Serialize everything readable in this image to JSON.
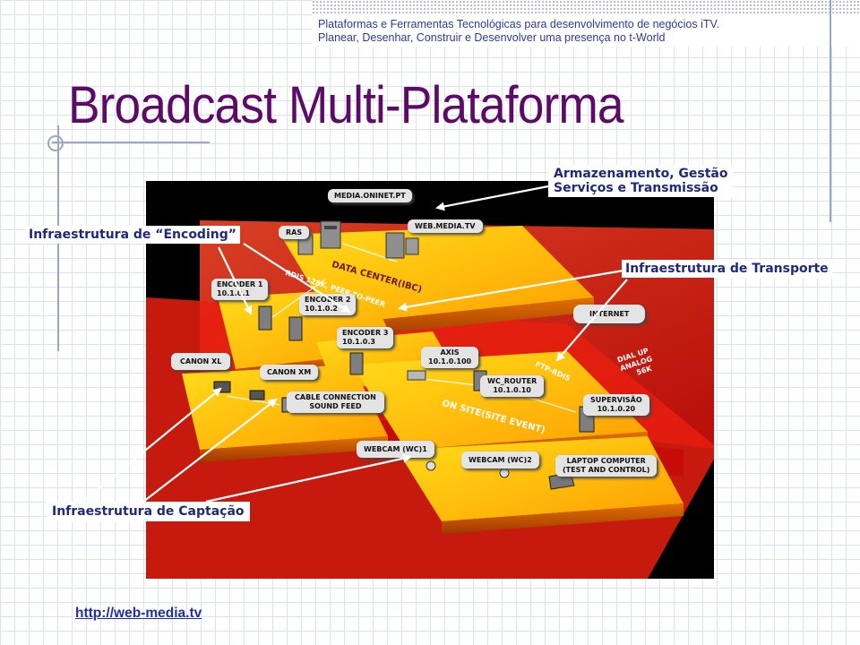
{
  "header": {
    "line1": "Plataformas e Ferramentas Tecnológicas para desenvolvimento de negócios iTV.",
    "line2": "Planear, Desenhar, Construir e Desenvolver uma presença no t-World"
  },
  "title": "Broadcast Multi-Plataforma",
  "callouts": {
    "storage_line1": "Armazenamento, Gestão",
    "storage_line2": "Serviços e Transmissão",
    "encoding": "Infraestrutura de “Encoding”",
    "transport": "Infraestrutura de Transporte",
    "capture": "Infraestrutura de Captação"
  },
  "diagram_labels": {
    "media_oninet": "MEDIA.ONINET.PT",
    "ras": "RAS",
    "web_media": "WEB.MEDIA.TV",
    "data_center": "DATA CENTER(IBC)",
    "rdis_peer": "RDIS 128K, PEER-TO-PEER",
    "encoder1_name": "ENCODER 1",
    "encoder1_ip": "10.1.0.1",
    "encoder2_name": "ENCODER 2",
    "encoder2_ip": "10.1.0.2",
    "encoder3_name": "ENCODER 3",
    "encoder3_ip": "10.1.0.3",
    "internet": "INTERNET",
    "canon_xl": "CANON XL",
    "canon_xm": "CANON XM",
    "axis_name": "AXIS",
    "axis_ip": "10.1.0.100",
    "wc_router_name": "WC_ROUTER",
    "wc_router_ip": "10.1.0.10",
    "ftp_rdis": "FTP-RDIS",
    "dial_up1": "DIAL UP",
    "dial_up2": "ANALOG",
    "dial_up3": "56K",
    "cable1": "CABLE CONNECTION",
    "cable2": "SOUND FEED",
    "supervisao_name": "SUPERVISÃO",
    "supervisao_ip": "10.1.0.20",
    "on_site": "ON SITE(SITE EVENT)",
    "webcam1": "WEBCAM (WC)1",
    "webcam2": "WEBCAM (WC)2",
    "laptop1": "LAPTOP COMPUTER",
    "laptop2": "(TEST AND CONTROL)"
  },
  "footer": {
    "url": "http://web-media.tv"
  },
  "colors": {
    "title": "#5c0c66",
    "callout_text": "#1f2a7a",
    "link": "#1f2fa8",
    "header_text": "#2b3aa0"
  }
}
